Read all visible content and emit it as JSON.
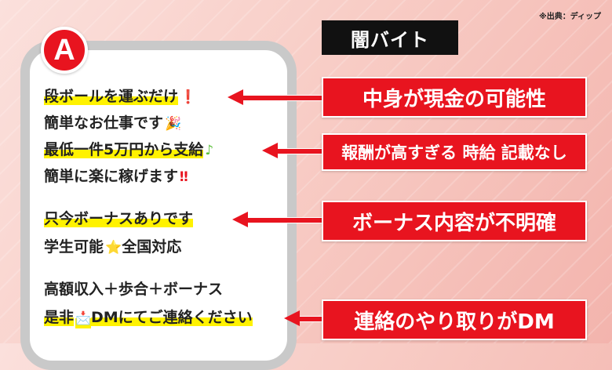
{
  "source_note": "※出典：ディップ",
  "title": "闇バイト",
  "badge": "A",
  "post_lines": [
    {
      "text": "段ボールを運ぶだけ",
      "emoji": "❗"
    },
    {
      "text": "簡単なお仕事です",
      "emoji": "🎉"
    },
    {
      "text": "最低一件5万円から支給",
      "emoji": "♪"
    },
    {
      "text": "簡単に楽に稼げます",
      "emoji": "‼"
    },
    {
      "text": "只今ボーナスありです",
      "emoji": ""
    },
    {
      "text_before": "学生可能",
      "emoji": "⭐",
      "text_after": "全国対応"
    },
    {
      "text": "高額収入＋歩合＋ボーナス",
      "emoji": ""
    },
    {
      "text_before": "是非",
      "emoji": "📩",
      "text_after": "DMにてご連絡ください"
    }
  ],
  "warnings": [
    "中身が現金の可能性",
    "報酬が高すぎる 時給 記載なし",
    "ボーナス内容が不明確",
    "連絡のやり取りがDM"
  ],
  "colors": {
    "accent_red": "#e8141f",
    "highlight_yellow": "#fff200",
    "phone_frame": "#c9c9c9"
  }
}
